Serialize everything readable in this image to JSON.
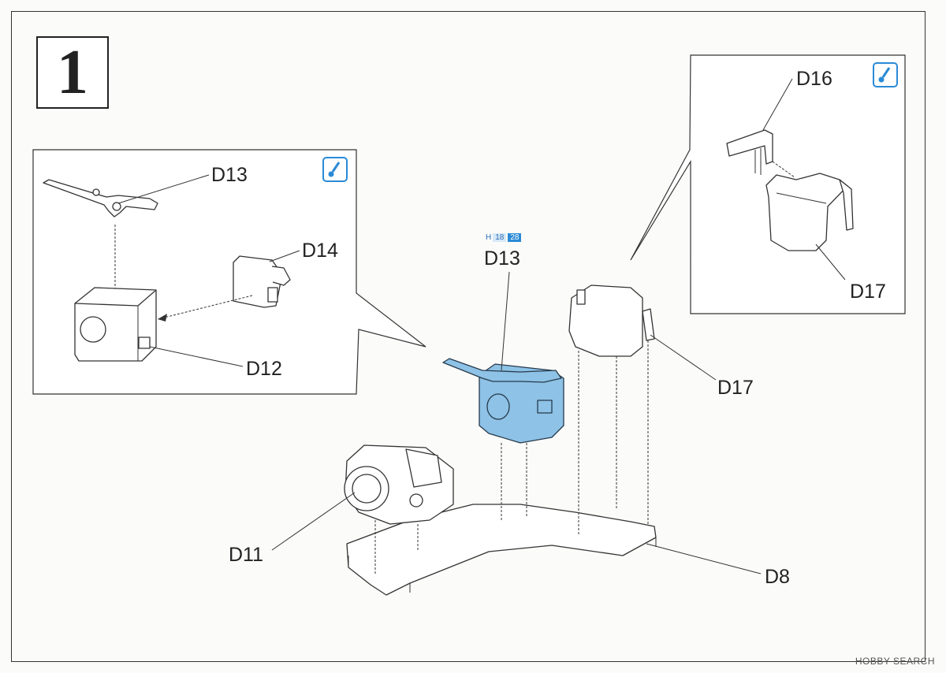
{
  "step": {
    "number": "1"
  },
  "labels": {
    "d13_inset": "D13",
    "d14": "D14",
    "d12": "D12",
    "d13_main": "D13",
    "d16": "D16",
    "d17_inset": "D17",
    "d17_main": "D17",
    "d11": "D11",
    "d8": "D8"
  },
  "paint_code": {
    "prefix": "H",
    "code1": "18",
    "code2": "28"
  },
  "colors": {
    "highlight_part": "#8ec2e6",
    "paint_accent": "#2a8ad6"
  },
  "icons": [
    "paint-brush-icon"
  ],
  "watermark": "HOBBY SEARCH"
}
